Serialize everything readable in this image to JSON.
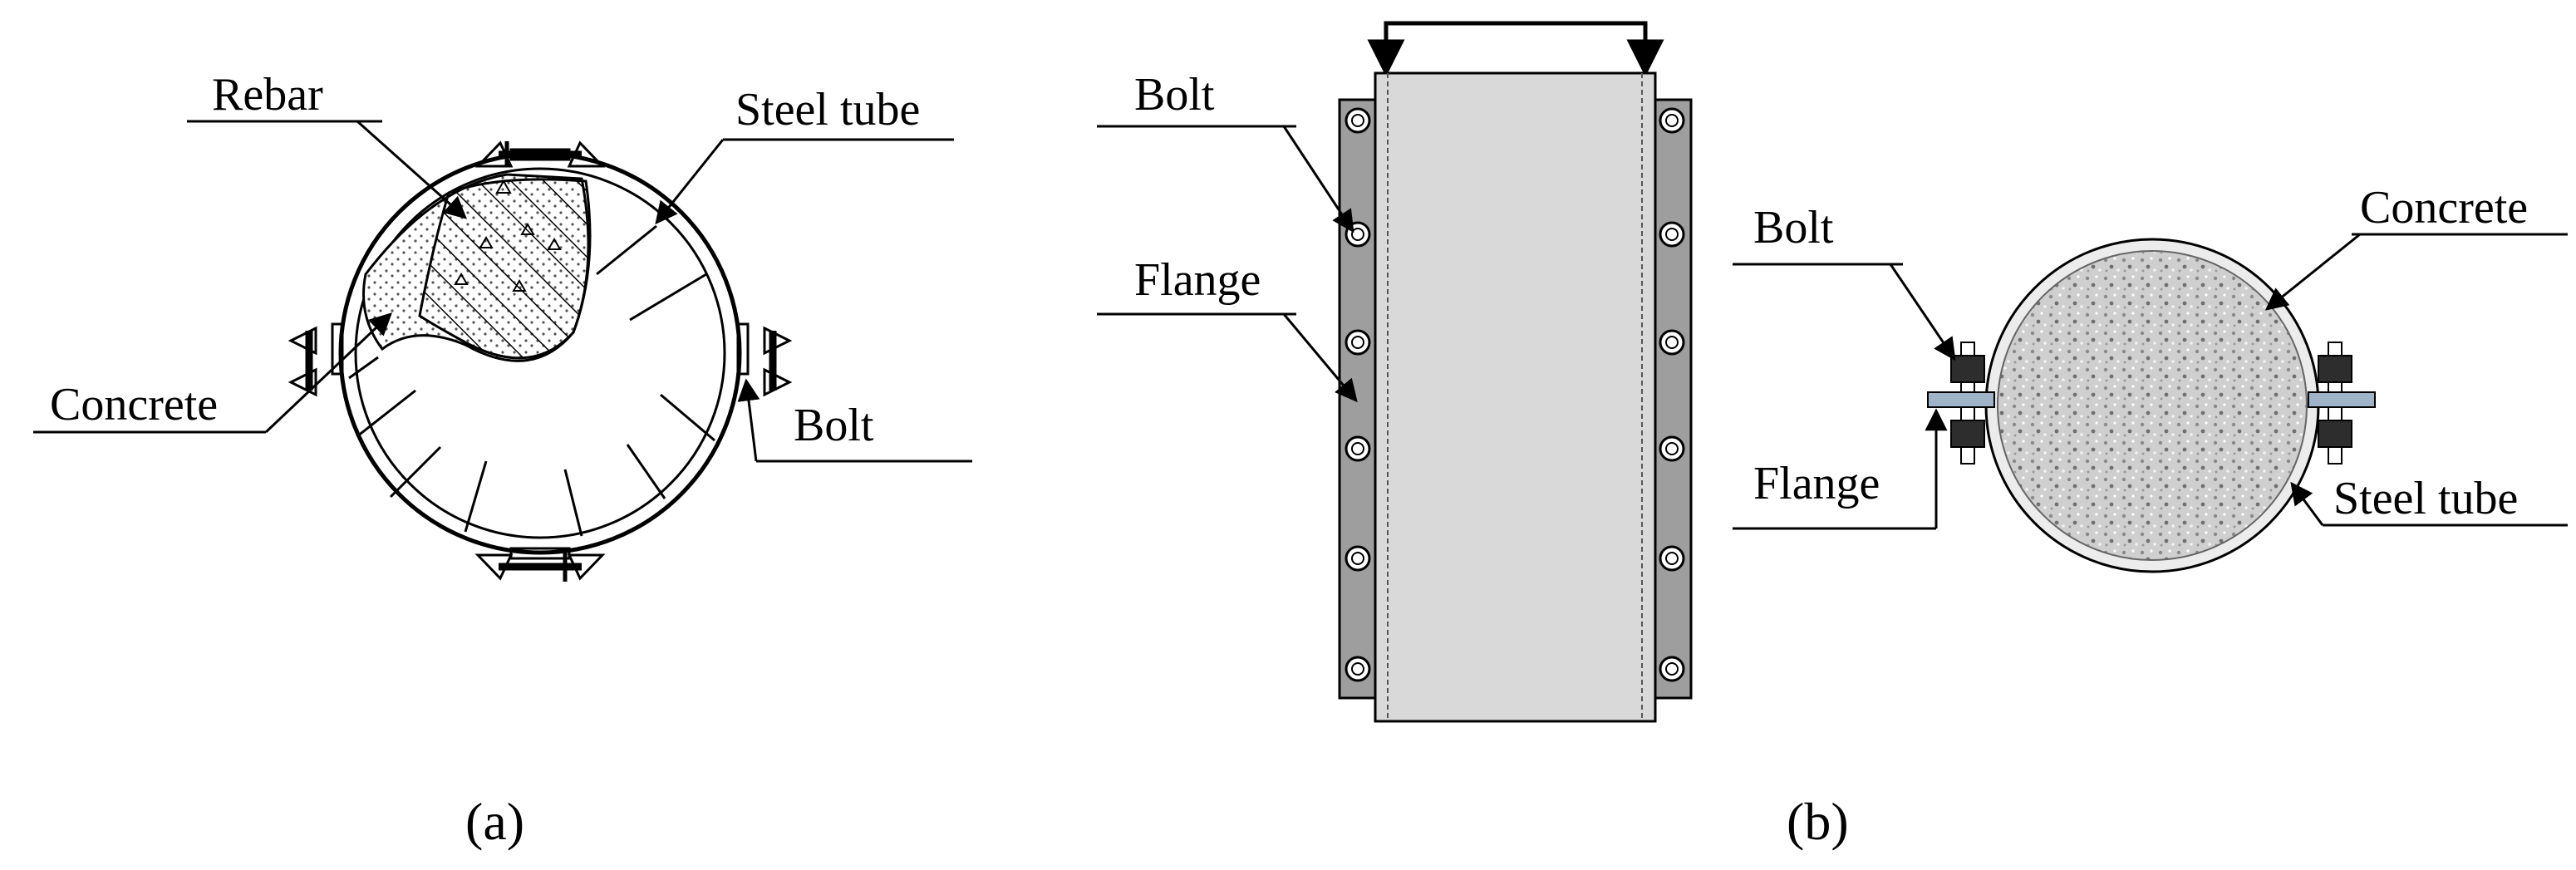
{
  "panel_a": {
    "caption": "(a)",
    "labels": {
      "rebar": "Rebar",
      "steel_tube": "Steel tube",
      "concrete": "Concrete",
      "bolt": "Bolt"
    }
  },
  "panel_b": {
    "caption": "(b)",
    "side_view_labels": {
      "bolt": "Bolt",
      "flange": "Flange"
    },
    "section_labels": {
      "bolt": "Bolt",
      "flange": "Flange",
      "concrete": "Concrete",
      "steel_tube": "Steel tube"
    }
  },
  "colors": {
    "concrete_fill": "#d4d4d4",
    "flange_fill": "#9e9e9e",
    "tube_fill": "#d9d9d9",
    "line": "#000000"
  }
}
